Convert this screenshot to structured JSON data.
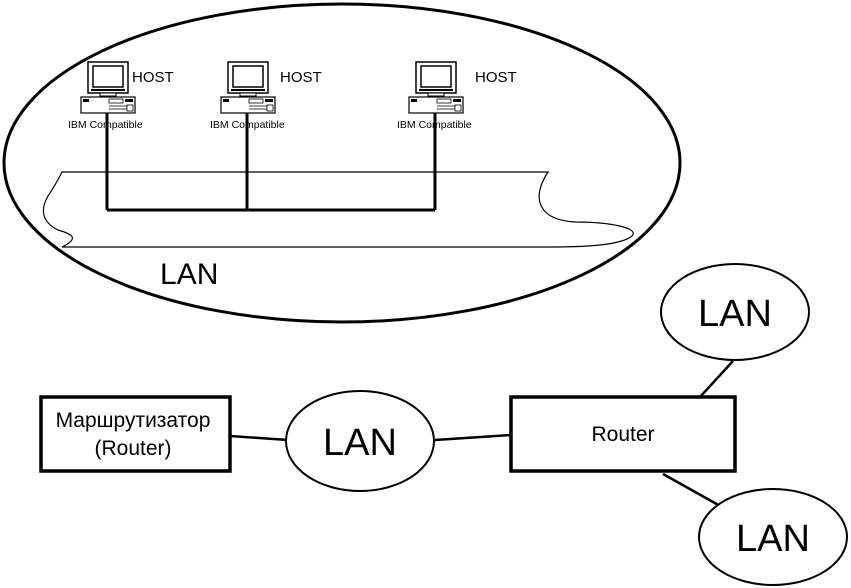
{
  "colors": {
    "stroke": "#000000",
    "background": "#ffffff"
  },
  "hosts": [
    {
      "label": "HOST",
      "caption": "IBM Compatible",
      "icon": "computer-icon"
    },
    {
      "label": "HOST",
      "caption": "IBM Compatible",
      "icon": "computer-icon"
    },
    {
      "label": "HOST",
      "caption": "IBM Compatible",
      "icon": "computer-icon"
    }
  ],
  "lan_zoom_label": "LAN",
  "nodes": {
    "router_ru": {
      "line1": "Маршрутизатор",
      "line2": "(Router)"
    },
    "lan_middle": "LAN",
    "router": "Router",
    "lan_top_right": "LAN",
    "lan_bottom_right": "LAN"
  }
}
